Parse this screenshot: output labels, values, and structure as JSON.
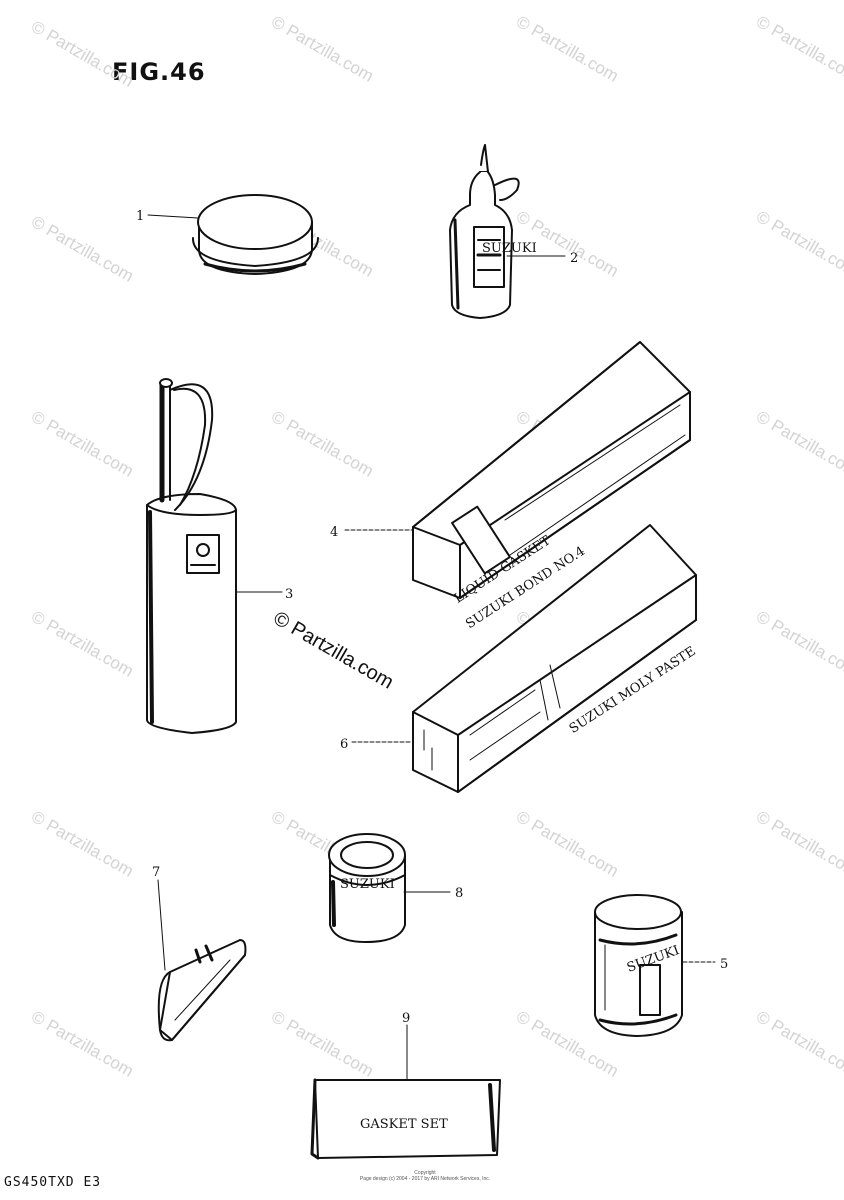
{
  "figure": {
    "title": "FIG.46",
    "model_code": "GS450TXD E3",
    "copyright_line1": "Copyright",
    "copyright_line2": "Page design (c) 2004 - 2017 by ARI Network Services, Inc."
  },
  "watermark": {
    "text": "© Partzilla.com",
    "center_text": "© Partzilla.com"
  },
  "callouts": [
    "1",
    "2",
    "3",
    "4",
    "5",
    "6",
    "7",
    "8",
    "9"
  ],
  "labels": {
    "gasket_box": "GASKET SET",
    "box4_top": "LIQUID GASKET",
    "box4_main": "SUZUKI BOND NO.4",
    "box6_main": "SUZUKI MOLY PASTE",
    "can8_label": "SUZUKI",
    "can5_label": "SUZUKI",
    "oiler_label": "SUZUKI"
  },
  "colors": {
    "ink": "#111111",
    "watermark": "#d3d3d3",
    "background": "#ffffff"
  }
}
